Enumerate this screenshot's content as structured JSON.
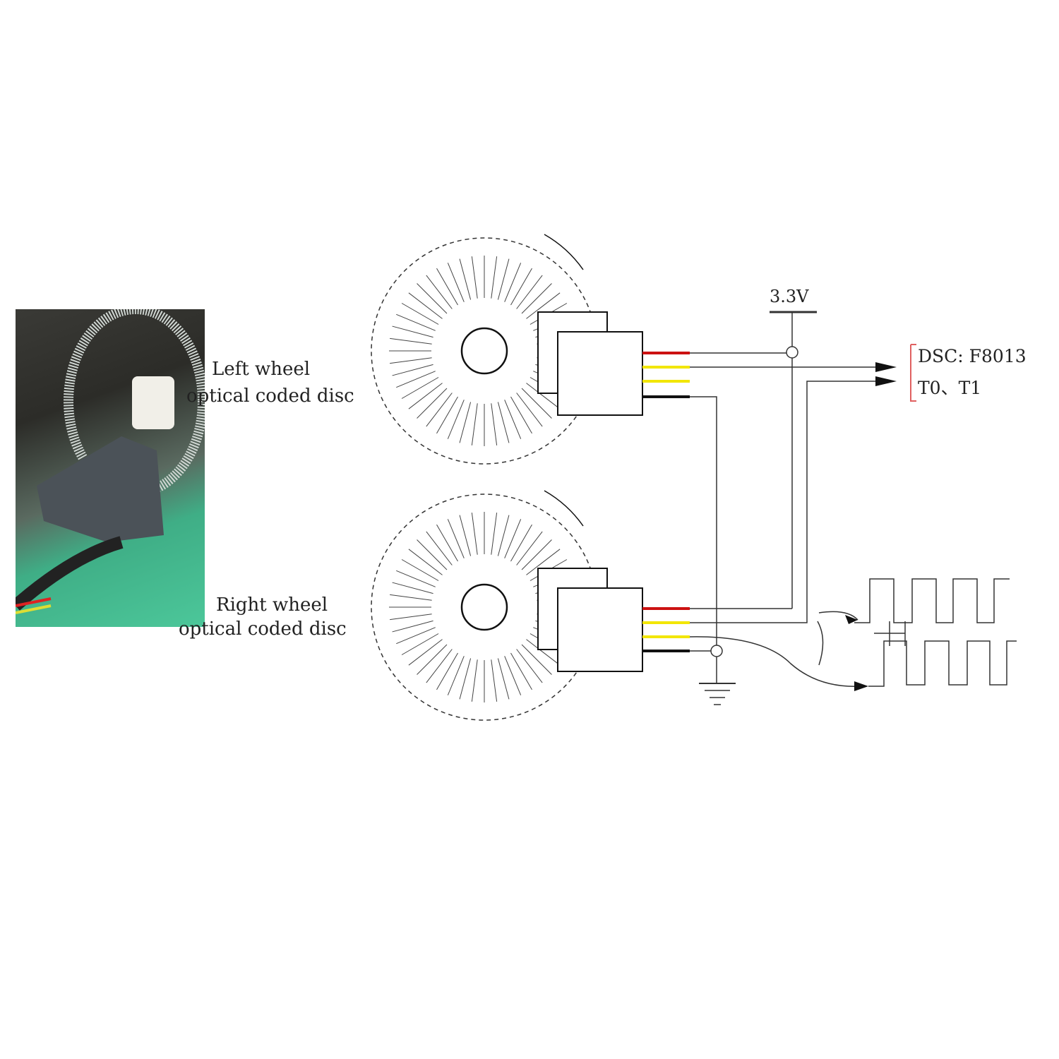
{
  "labels": {
    "left_wheel": [
      "Left wheel",
      "optical coded disc"
    ],
    "right_wheel": [
      "Right wheel",
      "optical coded disc"
    ],
    "supply_voltage": "3.3V",
    "controller": [
      "DSC: F8013",
      "T0、T1"
    ]
  },
  "colors": {
    "wire_power": "#cc1111",
    "wire_signal": "#f2e600",
    "wire_ground": "#111111",
    "bracket": "#e06060",
    "photo_background": "#4cc79a"
  },
  "photo": {
    "subject": "encoder-disc-photo"
  }
}
